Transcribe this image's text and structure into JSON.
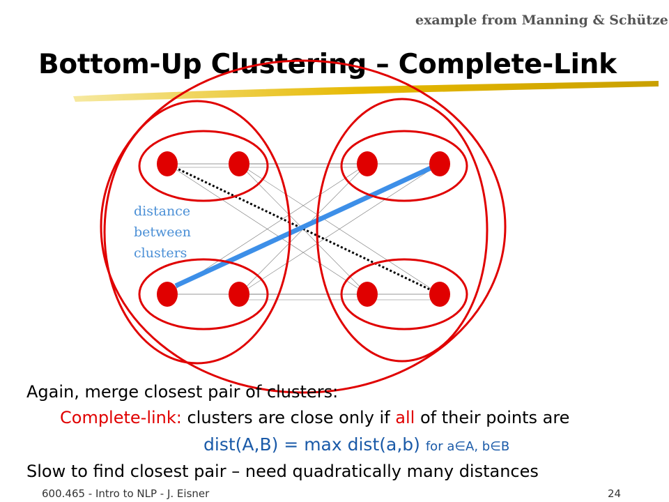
{
  "slide": {
    "attribution": "example from Manning & Schütze",
    "title": "Bottom-Up Clustering – Complete-Link",
    "diagram_label": [
      "distance",
      "between",
      "clusters"
    ],
    "bullets": {
      "line1": "Again, merge closest pair of clusters:",
      "line2_prefix": "Complete-link:",
      "line2_mid": " clusters are close only if ",
      "line2_all": "all",
      "line2_suffix": " of their points are",
      "line3_main": "dist(A,B) = max dist(a,b) ",
      "line3_small": "for a∈A, b∈B",
      "line4": "Slow to find closest pair – need quadratically many distances"
    },
    "footer": {
      "left": "600.465 - Intro to NLP - J. Eisner",
      "page_number": "24"
    }
  },
  "colors": {
    "point": "#e00000",
    "cluster_outline": "#e00000",
    "max_distance_line": "#3d8fe8",
    "label_blue": "#4a8fd6",
    "formula": "#1a5aa8",
    "accent_red": "#e00000",
    "title_underline": "#e6b800"
  }
}
